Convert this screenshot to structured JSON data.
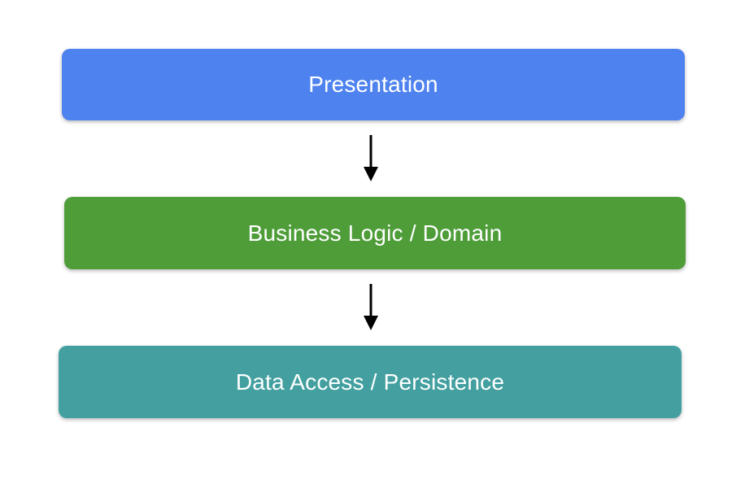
{
  "diagram": {
    "background_color": "#ffffff",
    "arrow_color": "#000000",
    "nodes": [
      {
        "id": "presentation",
        "label": "Presentation",
        "color": "#4d82ef",
        "text_color": "#ffffff"
      },
      {
        "id": "business-logic",
        "label": "Business Logic / Domain",
        "color": "#4e9d39",
        "text_color": "#ffffff"
      },
      {
        "id": "data-access",
        "label": "Data Access / Persistence",
        "color": "#44a0a0",
        "text_color": "#ffffff"
      }
    ],
    "edges": [
      {
        "from": "presentation",
        "to": "business-logic",
        "direction": "down"
      },
      {
        "from": "business-logic",
        "to": "data-access",
        "direction": "down"
      }
    ]
  }
}
